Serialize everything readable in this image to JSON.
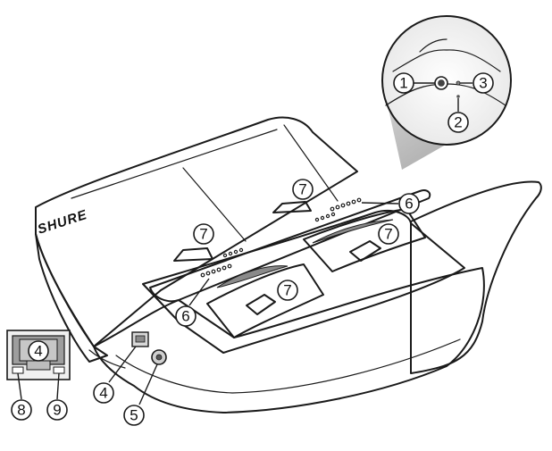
{
  "brand": {
    "logo_text": "SHURE"
  },
  "callouts": {
    "c1": "1",
    "c2": "2",
    "c3": "3",
    "c4a": "4",
    "c4b": "4",
    "c5": "5",
    "c6a": "6",
    "c6b": "6",
    "c7a": "7",
    "c7b": "7",
    "c7c": "7",
    "c7d": "7",
    "c8": "8",
    "c9": "9"
  },
  "colors": {
    "outline": "#1a1a1a",
    "surface_light": "#f7f7f7",
    "surface_gray": "#d9d9d9",
    "surface_dark": "#9a9a9a",
    "zoom_cone": "#c4c4c4"
  }
}
